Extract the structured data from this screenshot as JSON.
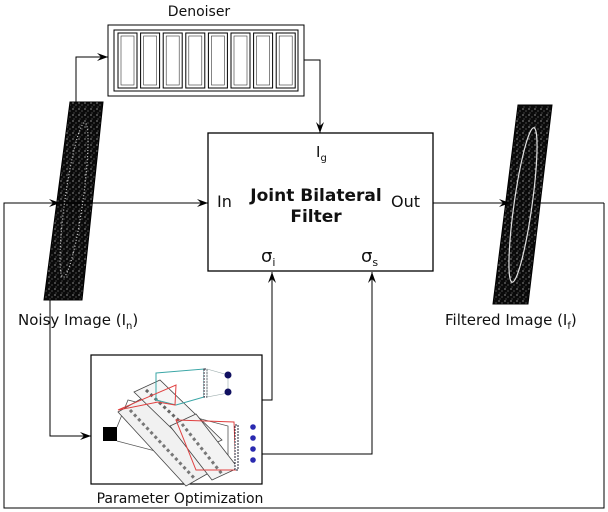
{
  "denoiser": {
    "label": "Denoiser",
    "cells": 8
  },
  "filter": {
    "title_line1": "Joint Bilateral",
    "title_line2": "Filter",
    "in_label": "In",
    "out_label": "Out",
    "guide_label": "I",
    "guide_sub": "g",
    "sigma_i_label": "σ",
    "sigma_i_sub": "i",
    "sigma_s_label": "σ",
    "sigma_s_sub": "s"
  },
  "noisy_image": {
    "label": "Noisy Image (I",
    "sub": "n",
    "close": ")"
  },
  "filtered_image": {
    "label": "Filtered Image (I",
    "sub": "f",
    "close": ")"
  },
  "param_opt": {
    "label": "Parameter Optimization"
  }
}
